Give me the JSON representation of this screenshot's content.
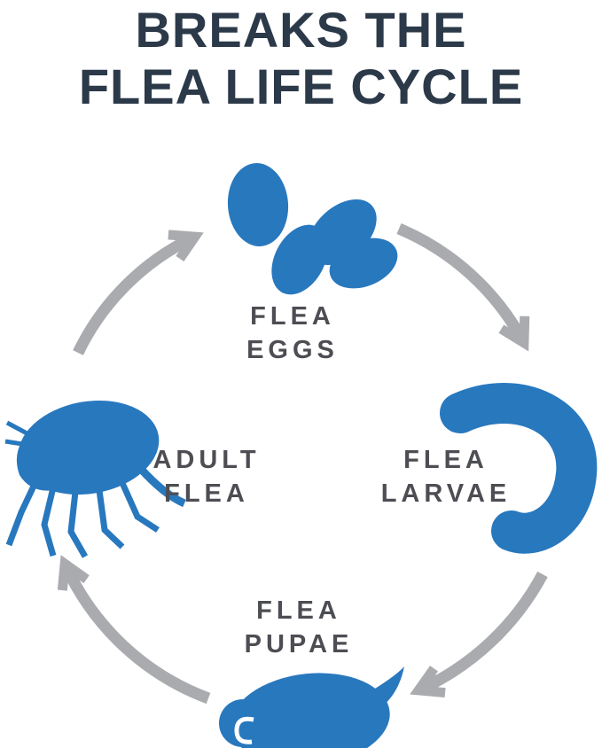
{
  "title": {
    "line1": "BREAKS THE",
    "line2": "FLEA LIFE CYCLE"
  },
  "stages": [
    {
      "name": "flea-eggs",
      "icon": "flea-eggs-icon",
      "label_line1": "FLEA",
      "label_line2": "EGGS"
    },
    {
      "name": "flea-larvae",
      "icon": "flea-larvae-icon",
      "label_line1": "FLEA",
      "label_line2": "LARVAE"
    },
    {
      "name": "flea-pupae",
      "icon": "flea-pupae-icon",
      "label_line1": "FLEA",
      "label_line2": "PUPAE"
    },
    {
      "name": "adult-flea",
      "icon": "adult-flea-icon",
      "label_line1": "ADULT",
      "label_line2": "FLEA"
    }
  ],
  "cycle": {
    "direction": "clockwise",
    "arrows": [
      "adult-to-eggs",
      "eggs-to-larvae",
      "larvae-to-pupae",
      "pupae-to-adult"
    ]
  },
  "colors": {
    "title": "#2b3949",
    "label": "#4d4e53",
    "stage_blue": "#2878be",
    "arrow_gray": "#a9abae",
    "background": "#ffffff"
  }
}
